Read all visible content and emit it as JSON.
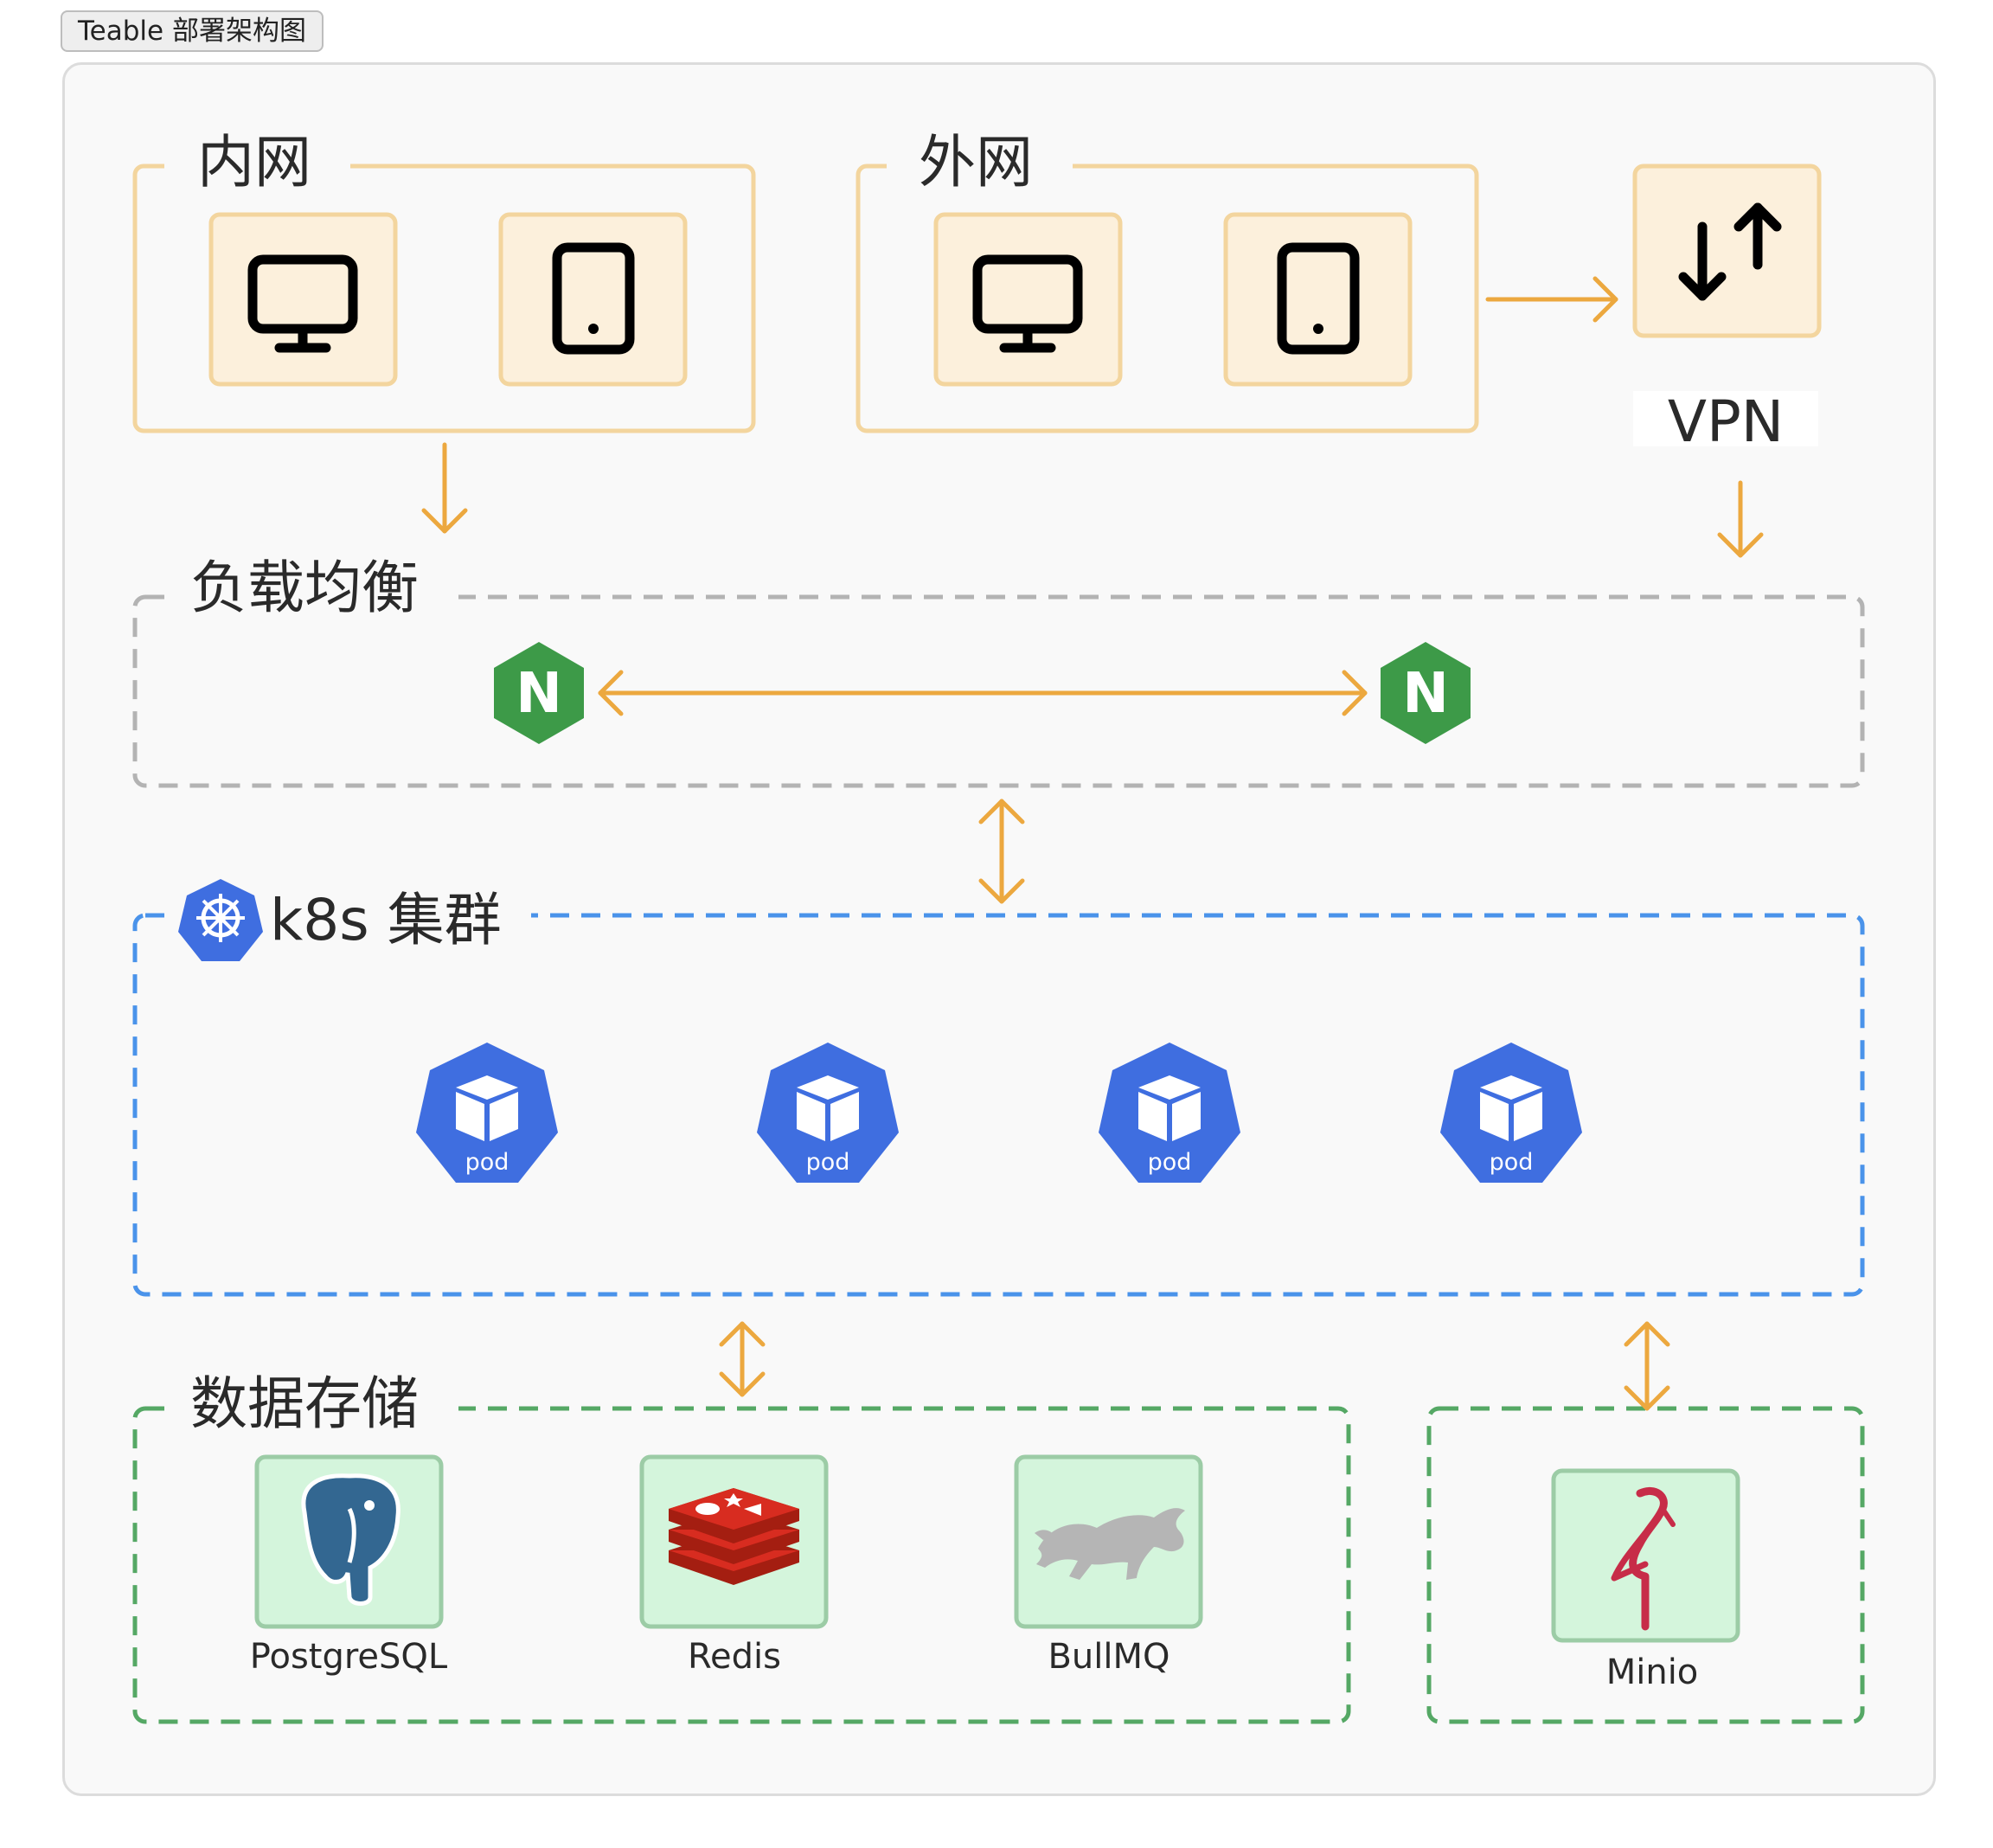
{
  "tab": {
    "title": "Teable 部署架构图"
  },
  "groups": {
    "intranet": "内网",
    "internet": "外网",
    "vpn": "VPN",
    "load_balancer": "负载均衡",
    "k8s": "k8s 集群",
    "storage": "数据存储"
  },
  "nginx_letter": "N",
  "pods": [
    "pod",
    "pod",
    "pod",
    "pod"
  ],
  "services": [
    "PostgreSQL",
    "Redis",
    "BullMQ",
    "Minio"
  ],
  "colors": {
    "client_border": "#f3d59e",
    "client_fill": "#fcf0dc",
    "arrow": "#eca83f",
    "lb_border": "#b3b3b3",
    "k8s_border": "#4a93ea",
    "storage_border": "#55a865",
    "service_fill": "#d4f5dc",
    "service_border": "#9ccca6",
    "nginx": "#3d9a48",
    "pod": "#3f6ee0"
  }
}
